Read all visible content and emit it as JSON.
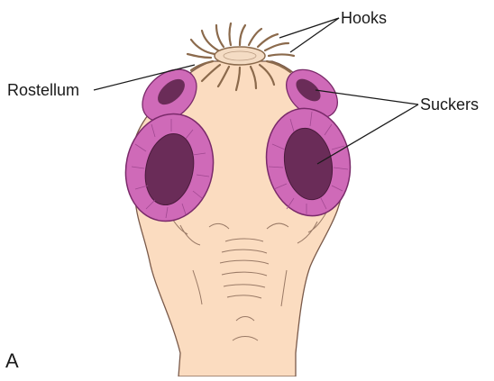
{
  "diagram": {
    "panel_letter": "A",
    "labels": {
      "hooks": "Hooks",
      "rostellum": "Rostellum",
      "suckers": "Suckers"
    },
    "colors": {
      "body_fill": "#fbdcc0",
      "body_stroke": "#7a5a4a",
      "sucker_rim": "#cf6ab8",
      "sucker_rim_stroke": "#7a2a6a",
      "sucker_center": "#6a2c58",
      "hooks": "#8b6a4c"
    }
  }
}
